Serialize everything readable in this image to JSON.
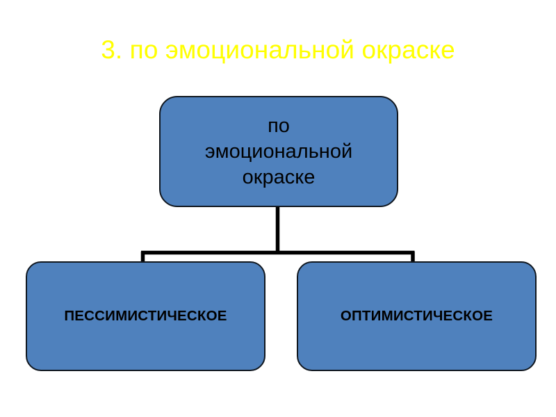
{
  "slide": {
    "title": "3. по эмоциональной окраске",
    "title_color": "#FFFF00",
    "background_color": "#FFFFFF"
  },
  "diagram": {
    "type": "hierarchy",
    "node_fill_color": "#4F81BD",
    "node_border_color": "#10171F",
    "connector_color": "#000000",
    "root": {
      "label": "по\nэмоциональной\nокраске",
      "label_plain": "по эмоциональной окраске"
    },
    "children": [
      {
        "label": "ПЕССИМИСТИЧЕСКОЕ"
      },
      {
        "label": "ОПТИМИСТИЧЕСКОЕ"
      }
    ]
  }
}
